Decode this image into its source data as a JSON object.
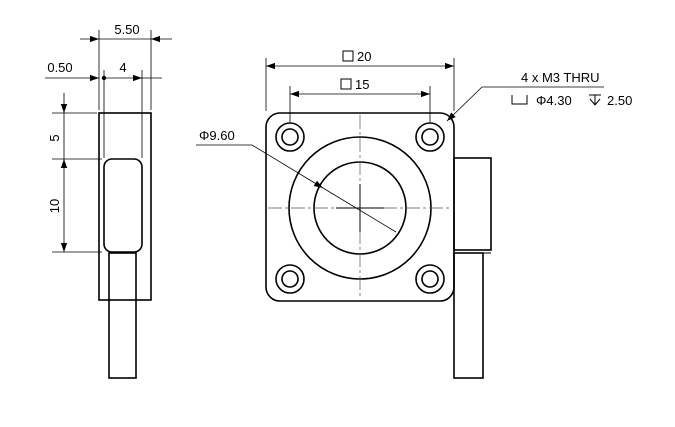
{
  "dimensions": {
    "side_total_width": "5.50",
    "side_offset": "0.50",
    "side_width": "4",
    "side_height_top": "5",
    "side_height_slot": "10",
    "front_outer_square": "20",
    "front_hole_pitch": "15",
    "bore_diameter": "Φ9.60"
  },
  "callout": {
    "holes": "4 x M3 THRU",
    "counterbore": "Φ4.30",
    "counterbore_depth": "2.50"
  },
  "symbols": {
    "square": "square-symbol",
    "counterbore": "counterbore-symbol",
    "depth": "depth-symbol"
  },
  "colors": {
    "line": "#000000",
    "background": "#ffffff"
  }
}
